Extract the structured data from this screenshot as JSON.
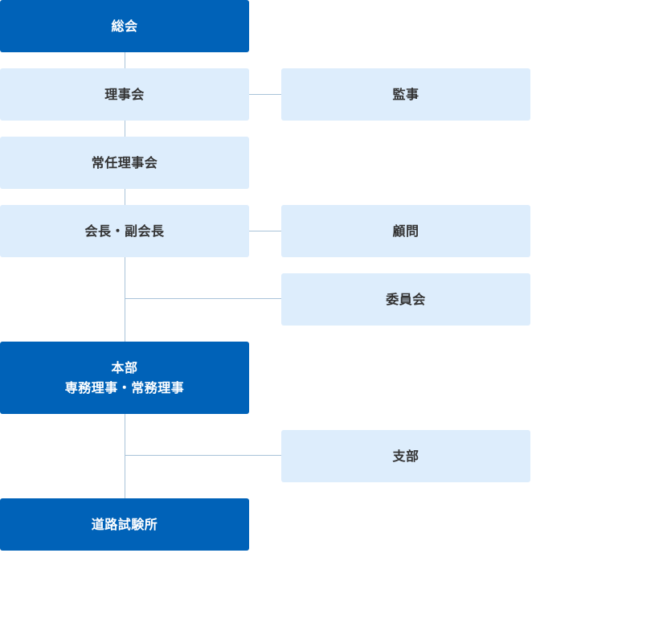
{
  "org_chart": {
    "general_meeting": "総会",
    "board_of_directors": "理事会",
    "auditor": "監事",
    "standing_board": "常任理事会",
    "president_vp": "会長・副会長",
    "advisor": "顧問",
    "committee": "委員会",
    "headquarters_line1": "本部",
    "headquarters_line2": "専務理事・常務理事",
    "branch": "支部",
    "test_center": "道路試験所"
  },
  "colors": {
    "primary_box": "#0062b8",
    "secondary_box": "#ddedfc",
    "connector": "#a9c3d9",
    "primary_text": "#ffffff",
    "secondary_text": "#333333"
  }
}
